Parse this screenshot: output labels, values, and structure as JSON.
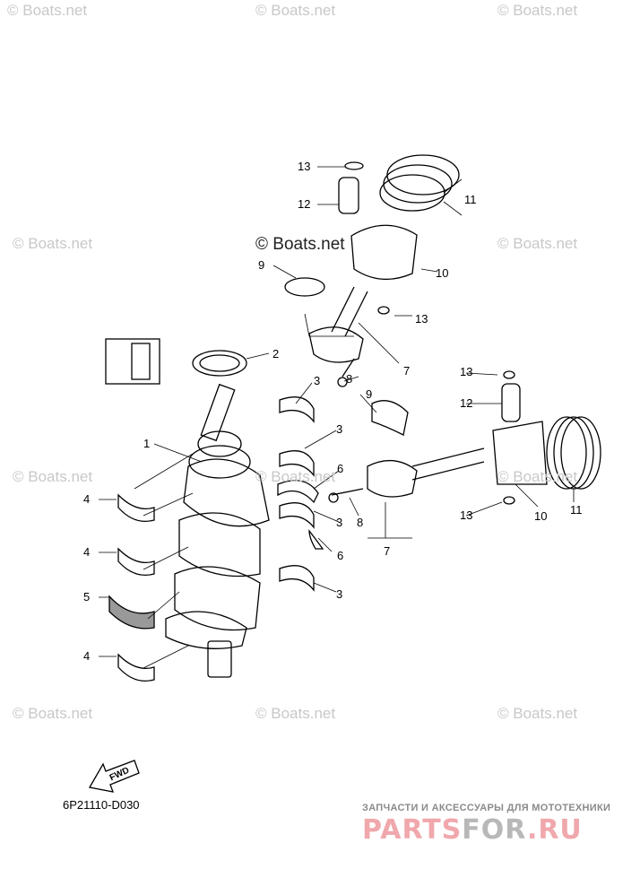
{
  "watermark": "© Boats.net",
  "diagram_code": "6P21110-D030",
  "fwd_label": "FWD",
  "footer_tagline": "ЗАПЧАСТИ И АКСЕССУАРЫ ДЛЯ МОТОТЕХНИКИ",
  "logo": {
    "part1": "PARTS",
    "part2": "FOR",
    "part3": ".RU"
  },
  "callouts": [
    "13",
    "12",
    "11",
    "10",
    "9",
    "13",
    "2",
    "7",
    "8",
    "3",
    "13",
    "12",
    "9",
    "1",
    "3",
    "6",
    "4",
    "3",
    "8",
    "6",
    "10",
    "11",
    "13",
    "7",
    "4",
    "5",
    "3",
    "4"
  ]
}
